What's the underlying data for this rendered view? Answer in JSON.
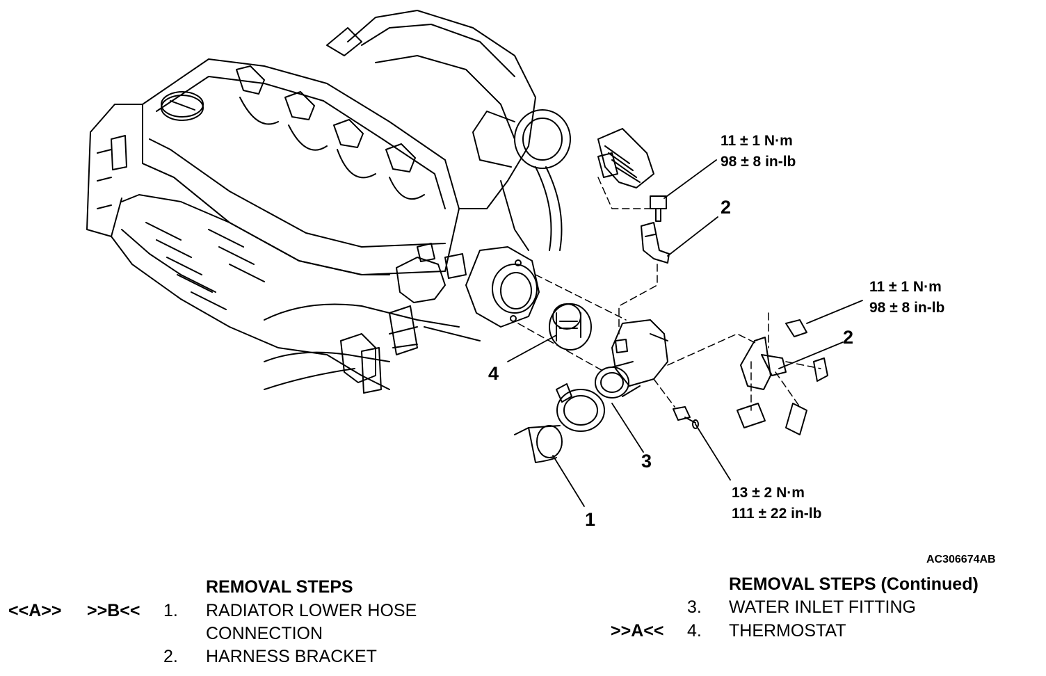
{
  "figure_id": "AC306674AB",
  "callouts": {
    "item_1": "1",
    "item_2a": "2",
    "item_2b": "2",
    "item_3": "3",
    "item_4": "4"
  },
  "torque_specs": {
    "bracket_top": {
      "line1": "11 ± 1 N·m",
      "line2": "98 ± 8 in-lb"
    },
    "bracket_right": {
      "line1": "11 ± 1 N·m",
      "line2": "98 ± 8 in-lb"
    },
    "fitting_bolt": {
      "line1": "13 ± 2 N·m",
      "line2": "111 ± 22 in-lb"
    }
  },
  "removal_steps": {
    "heading": "REMOVAL STEPS",
    "heading_continued": "REMOVAL STEPS (Continued)",
    "steps": [
      {
        "marks_a": "<<A>>",
        "marks_b": ">>B<<",
        "number": "1.",
        "text_line1": "RADIATOR LOWER HOSE",
        "text_line2": "CONNECTION"
      },
      {
        "number": "2.",
        "text": "HARNESS BRACKET"
      },
      {
        "number": "3.",
        "text": "WATER INLET FITTING"
      },
      {
        "marks": ">>A<<",
        "number": "4.",
        "text": "THERMOSTAT"
      }
    ]
  }
}
